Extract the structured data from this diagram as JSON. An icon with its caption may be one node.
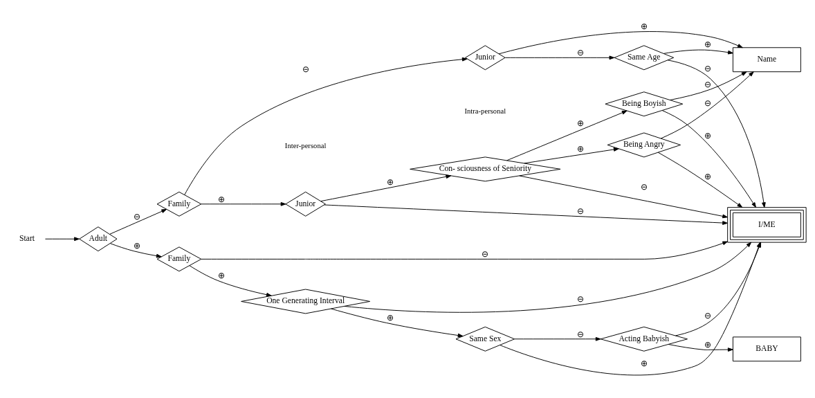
{
  "diagram": {
    "nodes": [
      {
        "text": [
          "Start"
        ]
      },
      {
        "text": [
          "Adult"
        ]
      },
      {
        "text": [
          "Family"
        ]
      },
      {
        "text": [
          "Junior"
        ]
      },
      {
        "text": [
          "Junior"
        ]
      },
      {
        "text": [
          "Same Age"
        ]
      },
      {
        "text": [
          "Con- sciousness of Seniority"
        ]
      },
      {
        "text": [
          "Being Angry"
        ]
      },
      {
        "text": [
          "Being Boyish"
        ]
      },
      {
        "text": [
          "Name"
        ]
      },
      {
        "text": [
          "I/ME"
        ]
      },
      {
        "text": [
          "Family"
        ]
      },
      {
        "text": [
          "One Generating Interval"
        ]
      },
      {
        "text": [
          "Same Sex"
        ]
      },
      {
        "text": [
          "Acting Babyish"
        ]
      },
      {
        "text": [
          "BABY"
        ]
      }
    ],
    "edges": [
      {
        "from": 0,
        "to": 1,
        "arrow": "to"
      },
      {
        "from": 1,
        "to": 2,
        "arrow": "to",
        "label": "⊖"
      },
      {
        "from": 1,
        "to": 11,
        "arrow": "to",
        "label": "⊕"
      },
      {
        "from": 2,
        "to": 3,
        "arrow": "to",
        "label": "⊕"
      },
      {
        "from": 2,
        "to": 4,
        "arrow": "to",
        "label": "⊖"
      },
      {
        "from": 3,
        "to": 6,
        "arrow": "to",
        "label": "⊕"
      },
      {
        "from": 3,
        "to": 10,
        "arrow": "to",
        "label": "⊖"
      },
      {
        "from": 4,
        "to": 5,
        "arrow": "to",
        "label": "⊖"
      },
      {
        "from": 4,
        "to": 9,
        "arrow": "to",
        "label": "⊕"
      },
      {
        "from": 5,
        "to": 9,
        "arrow": "to",
        "label": "⊕"
      },
      {
        "from": 5,
        "to": 10,
        "arrow": "to",
        "label": "⊖"
      },
      {
        "from": 6,
        "to": 7,
        "arrow": "to",
        "label": "⊕"
      },
      {
        "from": 6,
        "to": 8,
        "arrow": "to",
        "label": "⊕"
      },
      {
        "from": 6,
        "to": 10,
        "arrow": "to",
        "label": "⊖"
      },
      {
        "from": 7,
        "to": 9,
        "arrow": "to",
        "label": "⊖"
      },
      {
        "from": 7,
        "to": 10,
        "arrow": "to",
        "label": "⊕"
      },
      {
        "from": 8,
        "to": 9,
        "arrow": "to",
        "label": "⊖"
      },
      {
        "from": 8,
        "to": 10,
        "arrow": "to",
        "label": "⊕"
      },
      {
        "from": 11,
        "to": 10,
        "arrow": "to",
        "label": "⊖"
      },
      {
        "from": 11,
        "to": 12,
        "arrow": "to",
        "label": "⊕"
      },
      {
        "from": 12,
        "to": 10,
        "arrow": "to",
        "label": "⊖"
      },
      {
        "from": 12,
        "to": 13,
        "arrow": "to",
        "label": "⊕"
      },
      {
        "from": 13,
        "to": 10,
        "arrow": "to",
        "label": "⊕"
      },
      {
        "from": 13,
        "to": 14,
        "arrow": "to",
        "label": "⊖"
      },
      {
        "from": 14,
        "to": 10,
        "arrow": "to",
        "label": "⊖"
      },
      {
        "from": 14,
        "to": 15,
        "arrow": "to",
        "label": "⊕"
      }
    ],
    "labels": [
      "Inter-personal",
      "Intra-personal"
    ]
  }
}
